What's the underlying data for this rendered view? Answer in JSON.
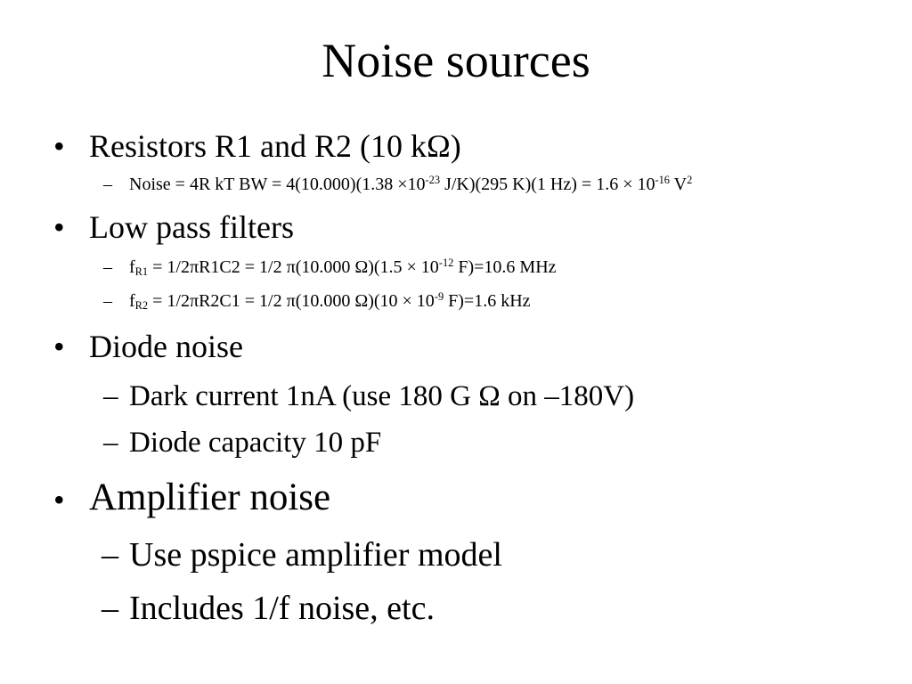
{
  "slide": {
    "title": "Noise sources",
    "bullet_glyph": "•",
    "dash_glyph": "–"
  },
  "resistors": {
    "label": "Resistors R1 and R2 (10 kΩ)",
    "noise": {
      "p1": "Noise = 4R kT BW = 4(10.000)(1.38 ×10",
      "sup1": "-23",
      "p2": " J/K)(295 K)(1 Hz) = 1.6 × 10",
      "sup2": "-16",
      "p3": " V",
      "sup3": "2"
    }
  },
  "filters": {
    "label": "Low pass filters",
    "fr1": {
      "f": "f",
      "sub": "R1",
      "p1": " = 1/2πR1C2 = 1/2 π(10.000 Ω)(1.5 × 10",
      "sup": "-12",
      "p2": " F)=10.6 MHz"
    },
    "fr2": {
      "f": "f",
      "sub": "R2",
      "p1": " = 1/2πR2C1 = 1/2 π(10.000 Ω)(10 × 10",
      "sup": "-9",
      "p2": " F)=1.6 kHz"
    }
  },
  "diode": {
    "label": "Diode noise",
    "dark_current": "Dark current 1nA (use 180 G Ω on –180V)",
    "capacity": "Diode capacity 10 pF"
  },
  "amplifier": {
    "label": "Amplifier noise",
    "model": "Use pspice amplifier model",
    "includes": "Includes 1/f noise, etc."
  }
}
